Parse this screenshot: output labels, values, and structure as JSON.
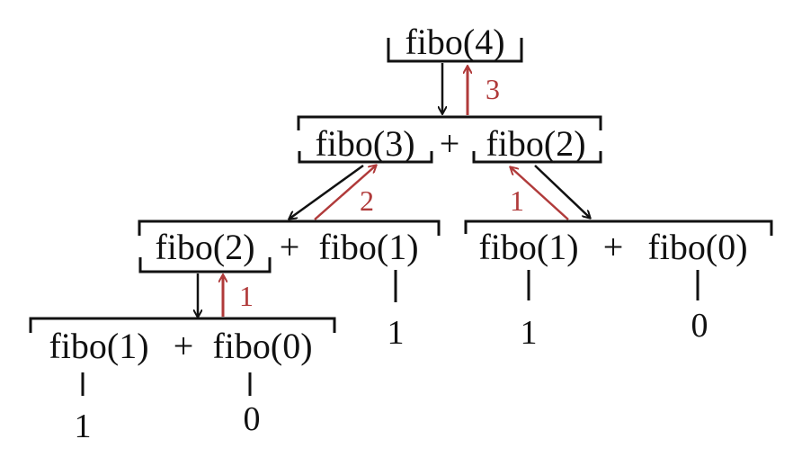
{
  "colors": {
    "ink": "#111111",
    "return_arrow": "#b03a3a"
  },
  "nodes": {
    "root": {
      "label": "fibo(4)"
    },
    "level1": {
      "left": "fibo(3)",
      "op": "+",
      "right": "fibo(2)"
    },
    "level2_left": {
      "left": "fibo(2)",
      "op": "+",
      "right": "fibo(1)"
    },
    "level2_right": {
      "left": "fibo(1)",
      "op": "+",
      "right": "fibo(0)"
    },
    "level3_left": {
      "left": "fibo(1)",
      "op": "+",
      "right": "fibo(0)"
    }
  },
  "leaves": {
    "fibo1_level2": "1",
    "fibo1_level2_right": "1",
    "fibo0_level2_right": "0",
    "fibo1_level3": "1",
    "fibo0_level3": "0"
  },
  "return_values": {
    "to_root": "3",
    "from_fibo3": "2",
    "from_fibo2_right": "1",
    "from_fibo2_left": "1"
  }
}
